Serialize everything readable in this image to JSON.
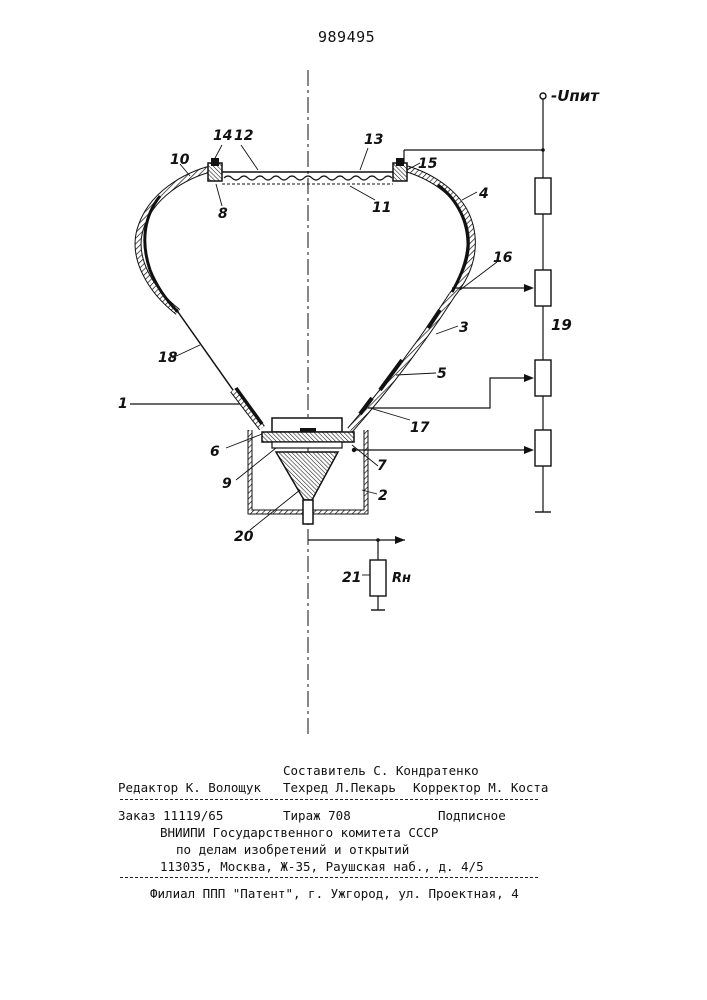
{
  "document": {
    "number": "989495"
  },
  "figure": {
    "supply_label": "-Uпит",
    "load_label": "Rн",
    "callouts": [
      "1",
      "2",
      "3",
      "4",
      "5",
      "6",
      "7",
      "8",
      "9",
      "10",
      "11",
      "12",
      "13",
      "14",
      "15",
      "16",
      "17",
      "18",
      "19",
      "20",
      "21"
    ]
  },
  "imprint": {
    "compiler": "Составитель С. Кондратенко",
    "editor": "Редактор К. Волощук",
    "techeditor": "Техред Л.Пекарь",
    "corrector": "Корректор М. Коста",
    "order": "Заказ 11119/65",
    "circulation": "Тираж 708",
    "subscription": "Подписное",
    "org_line1": "ВНИИПИ Государственного комитета СССР",
    "org_line2": "по делам изобретений и открытий",
    "org_address": "113035, Москва, Ж-35, Раушская наб., д. 4/5",
    "branch": "Филиал ППП \"Патент\", г. Ужгород, ул. Проектная, 4"
  }
}
